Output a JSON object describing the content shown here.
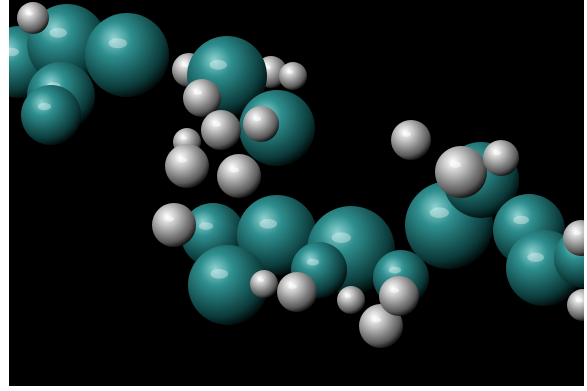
{
  "viewer": {
    "background": "#000000",
    "frame": "#ffffff"
  },
  "colors": {
    "carbon": {
      "light": "#8fd3d3",
      "mid": "#2f8f8f",
      "dark": "#0c3b3b"
    },
    "hydrogen": {
      "light": "#ffffff",
      "mid": "#c8c8c8",
      "dark": "#5a5a5a"
    }
  },
  "atoms": [
    {
      "element": "carbon"
    },
    {
      "element": "carbon"
    },
    {
      "element": "carbon"
    },
    {
      "element": "hydrogen"
    },
    {
      "element": "carbon"
    },
    {
      "element": "carbon"
    },
    {
      "element": "hydrogen"
    },
    {
      "element": "hydrogen"
    },
    {
      "element": "hydrogen"
    },
    {
      "element": "carbon"
    },
    {
      "element": "carbon"
    },
    {
      "element": "hydrogen"
    },
    {
      "element": "hydrogen"
    },
    {
      "element": "hydrogen"
    },
    {
      "element": "hydrogen"
    },
    {
      "element": "hydrogen"
    },
    {
      "element": "hydrogen"
    },
    {
      "element": "carbon"
    },
    {
      "element": "carbon"
    },
    {
      "element": "hydrogen"
    },
    {
      "element": "carbon"
    },
    {
      "element": "carbon"
    },
    {
      "element": "carbon"
    },
    {
      "element": "carbon"
    },
    {
      "element": "hydrogen"
    },
    {
      "element": "hydrogen"
    },
    {
      "element": "hydrogen"
    },
    {
      "element": "hydrogen"
    },
    {
      "element": "hydrogen"
    },
    {
      "element": "hydrogen"
    },
    {
      "element": "carbon"
    },
    {
      "element": "carbon"
    },
    {
      "element": "carbon"
    },
    {
      "element": "hydrogen"
    },
    {
      "element": "hydrogen"
    },
    {
      "element": "carbon"
    },
    {
      "element": "carbon"
    },
    {
      "element": "hydrogen"
    },
    {
      "element": "hydrogen"
    }
  ]
}
